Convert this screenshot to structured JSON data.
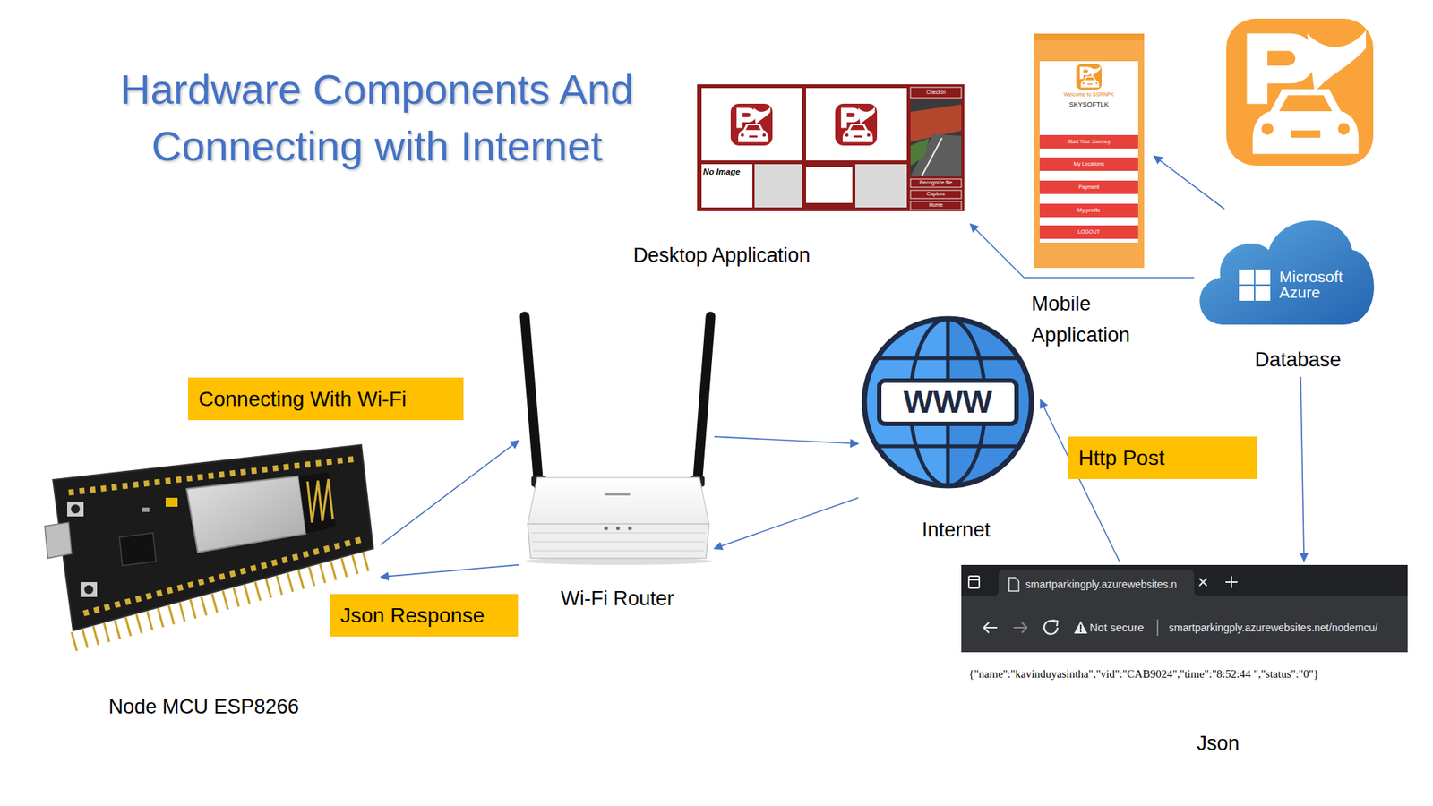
{
  "diagram": {
    "title": "Hardware Components And Connecting with Internet",
    "nodes": [
      {
        "text": [
          "Desktop Application"
        ]
      },
      {
        "text": [
          "Mobile Application"
        ]
      },
      {
        "text": [
          "Microsoft Azure",
          "Database"
        ]
      },
      {
        "text": [
          "WWW",
          "Internet"
        ]
      },
      {
        "text": [
          "Wi-Fi Router"
        ]
      },
      {
        "text": [
          "Node MCU ESP8266"
        ]
      },
      {
        "text": [
          "smartparkingply.azurewebsites.n",
          "Not secure",
          "smartparkingply.azurewebsites.net/nodemcu/",
          "{\"name\":\"kavinduyasintha\",\"vid\":\"CAB9024\",\"time\":\"8:52:44 \",\"status\":\"0\"}",
          "Json"
        ]
      }
    ],
    "edges": [
      {
        "from": 5,
        "to": 4,
        "label": "Connecting With Wi-Fi",
        "arrow": "to"
      },
      {
        "from": 4,
        "to": 5,
        "label": "Json Response",
        "arrow": "to"
      },
      {
        "from": 4,
        "to": 3,
        "arrow": "to"
      },
      {
        "from": 3,
        "to": 4,
        "arrow": "to"
      },
      {
        "from": 6,
        "to": 3,
        "label": "Http Post",
        "arrow": "to"
      },
      {
        "from": 2,
        "to": 6,
        "arrow": "to"
      },
      {
        "from": 2,
        "to": 1,
        "arrow": "to"
      },
      {
        "from": 2,
        "to": 0,
        "arrow": "to"
      }
    ],
    "labels": [
      "CheckIn",
      "No Image",
      "Recognize file",
      "Capture",
      "Home",
      "Welcome to SSRNPK",
      "SKYSOFTLK",
      "Start Your Journey",
      "My Locations",
      "Payment",
      "My profile",
      "LOGOUT"
    ]
  }
}
